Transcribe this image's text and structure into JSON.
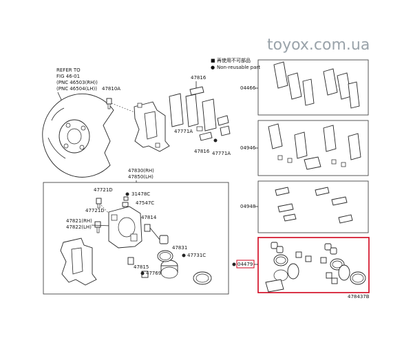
{
  "watermark": "toyox.com.ua",
  "legend": {
    "items": [
      {
        "symbol": "■",
        "text": "再使用不可部品"
      },
      {
        "symbol": "●",
        "text": "Non-reusable part"
      }
    ]
  },
  "refer": {
    "lines": [
      "REFER TO",
      "FIG 46-01",
      "(PNC 46503(RH))",
      "(PNC 46504(LH))"
    ]
  },
  "labels": {
    "p47810A": "47810A",
    "p47816a": "47816",
    "p47816b": "47816",
    "p47771Aa": "47771A",
    "p47771Ab": "47771A",
    "p47830": "47830(RH)",
    "p47850": "47850(LH)",
    "p47721D_a": "47721D",
    "p31478C": "31478C",
    "p47547C": "47547C",
    "p47721D_b": "47721D",
    "p47821": "47821(RH)",
    "p47822": "47822(LH)",
    "p47814": "47814",
    "p47831": "47831",
    "p47731C": "47731C",
    "p47815": "47815",
    "p47769A": "47769A",
    "k04466": "04466",
    "k04946": "04946",
    "k04948": "04948",
    "k04479": "04479",
    "figure_id": "478437B"
  }
}
